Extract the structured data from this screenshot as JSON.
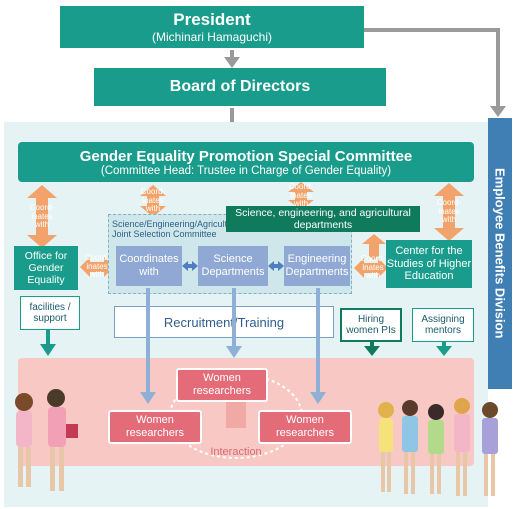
{
  "president": {
    "title": "President",
    "name": "(Michinari Hamaguchi)"
  },
  "board": "Board of Directors",
  "committee": {
    "title": "Gender Equality Promotion Special Committee",
    "subtitle": "(Committee Head: Trustee in Charge of Gender Equality)"
  },
  "side_division": "Employee Benefits Division",
  "coordinates_with": "Coord-inates with",
  "joint_selection": "Science/Engineering/Agricultural Joint Selection Committee",
  "sea_departments": "Science, engineering, and agricultural departments",
  "dept_boxes": [
    "Coordinates with",
    "Science Departments",
    "Engineering Departments"
  ],
  "office": "Office for Gender Equality",
  "center": "Center for the Studies of Higher Education",
  "facilities": "facilities / support",
  "hiring": "Hiring women PIs",
  "assigning": "Assigning mentors",
  "recruitment": "Recruitment/Training",
  "women_top": "Women researchers",
  "women_left": "Women researchers",
  "women_right": "Women researchers",
  "interaction": "Interaction",
  "colors": {
    "teal": "#1a9c8c",
    "blue": "#3f7fb4",
    "orange": "#f2a36b",
    "pink": "#e46b78",
    "panel": "#e6f3f4"
  }
}
